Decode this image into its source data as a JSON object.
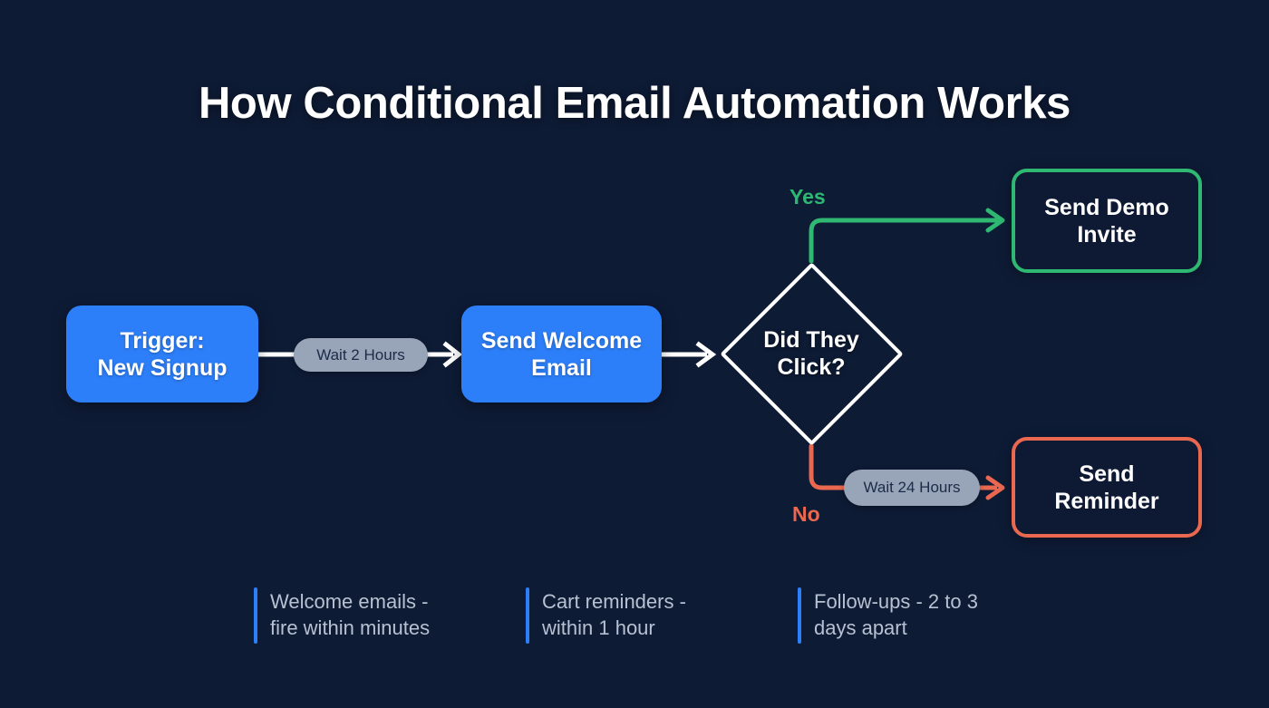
{
  "title": "How Conditional Email Automation Works",
  "colors": {
    "background": "#0e1b35",
    "blue": "#2d7ff9",
    "green": "#2eb872",
    "red": "#e9684f",
    "white": "#ffffff",
    "pill": "#98a5b8",
    "pill_text": "#1c2b47",
    "note_text": "#b7c1d1"
  },
  "nodes": {
    "trigger": {
      "label": "Trigger:\nNew Signup",
      "type": "blue-filled-box"
    },
    "welcome": {
      "label": "Send Welcome\nEmail",
      "type": "blue-filled-box"
    },
    "decision": {
      "label": "Did They\nClick?",
      "type": "white-diamond"
    },
    "demo": {
      "label": "Send Demo\nInvite",
      "type": "green-outline-box"
    },
    "reminder": {
      "label": "Send\nReminder",
      "type": "red-outline-box"
    }
  },
  "delays": {
    "wait_2_hours": "Wait 2 Hours",
    "wait_24_hours": "Wait 24 Hours"
  },
  "branches": {
    "yes": "Yes",
    "no": "No"
  },
  "footer": {
    "notes": [
      {
        "text": "Welcome emails -\nfire within minutes"
      },
      {
        "text": "Cart reminders -\nwithin 1 hour"
      },
      {
        "text": "Follow-ups - 2 to 3\ndays apart"
      }
    ]
  },
  "flow": {
    "type": "flowchart",
    "edges": [
      {
        "from": "trigger",
        "to": "welcome",
        "label": "Wait 2 Hours",
        "color": "#ffffff"
      },
      {
        "from": "welcome",
        "to": "decision",
        "label": "",
        "color": "#ffffff"
      },
      {
        "from": "decision",
        "to": "demo",
        "label": "Yes",
        "color": "#2eb872"
      },
      {
        "from": "decision",
        "to": "reminder",
        "label": "No / Wait 24 Hours",
        "color": "#e9684f"
      }
    ]
  }
}
